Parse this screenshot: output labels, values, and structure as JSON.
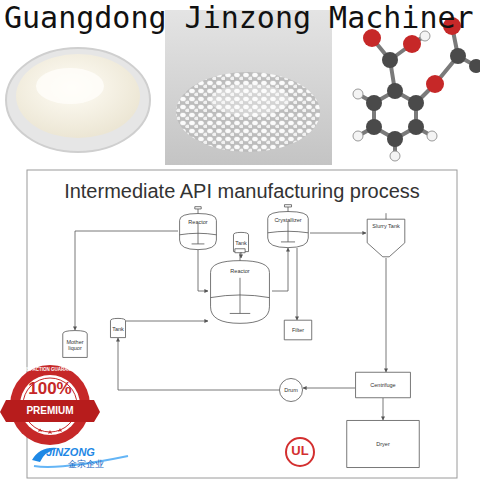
{
  "diagram": {
    "title": "Intermediate API manufacturing process",
    "nodes": [
      {
        "text": [
          "Reactor"
        ]
      },
      {
        "text": [
          "Tank"
        ]
      },
      {
        "text": [
          "Crystallizer"
        ]
      },
      {
        "text": [
          "Slurry Tank"
        ]
      },
      {
        "text": [
          "Reactor"
        ]
      },
      {
        "text": [
          "Filter"
        ]
      },
      {
        "text": [
          "Mother liquor"
        ]
      },
      {
        "text": [
          "Tank"
        ]
      },
      {
        "text": [
          "Centrifuge"
        ]
      },
      {
        "text": [
          "Drum"
        ]
      },
      {
        "text": [
          "Dryer"
        ]
      }
    ],
    "edges": [
      {
        "from": 0,
        "to": 4,
        "arrow": "to"
      },
      {
        "from": 1,
        "to": 4,
        "arrow": "to"
      },
      {
        "from": 4,
        "to": 2,
        "arrow": "to"
      },
      {
        "from": 2,
        "to": 5,
        "arrow": "to"
      },
      {
        "from": 2,
        "to": 3,
        "arrow": "to"
      },
      {
        "from": 3,
        "to": 8,
        "arrow": "to"
      },
      {
        "from": 8,
        "to": 9,
        "arrow": "to"
      },
      {
        "from": 8,
        "to": 10,
        "arrow": "to"
      },
      {
        "from": 9,
        "to": 7,
        "arrow": "to"
      },
      {
        "from": 0,
        "to": 6,
        "arrow": "to"
      },
      {
        "from": 7,
        "to": 4,
        "arrow": "to"
      }
    ],
    "labels": [
      "Guangdong Jinzong Machiner",
      "SATISFACTION GUARANTEED",
      "100%",
      "PREMIUM",
      "QUALITY",
      "JINZONG",
      "金宗企业",
      "UL"
    ]
  }
}
